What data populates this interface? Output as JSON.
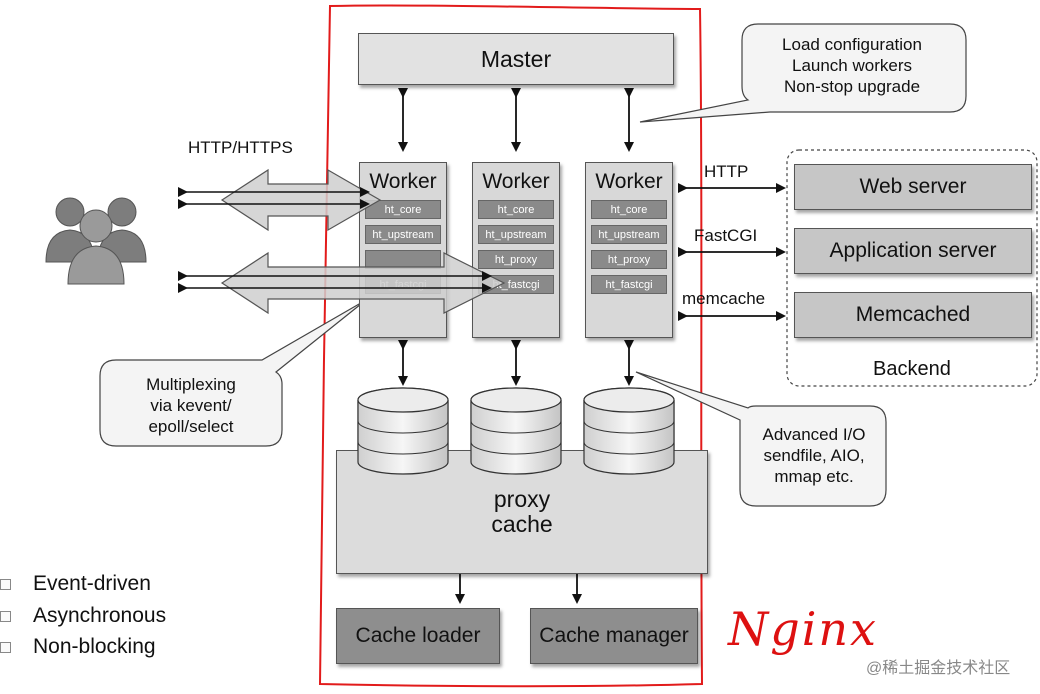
{
  "master": "Master",
  "workers": [
    {
      "title": "Worker",
      "modules": [
        "ht_core",
        "ht_upstream",
        "",
        "ht_fastcgi"
      ]
    },
    {
      "title": "Worker",
      "modules": [
        "ht_core",
        "ht_upstream",
        "ht_proxy",
        "ht_fastcgi"
      ]
    },
    {
      "title": "Worker",
      "modules": [
        "ht_core",
        "ht_upstream",
        "ht_proxy",
        "ht_fastcgi"
      ]
    }
  ],
  "callouts": {
    "top_right": [
      "Load configuration",
      "Launch workers",
      "Non-stop upgrade"
    ],
    "left": [
      "Multiplexing",
      "via kevent/",
      "epoll/select"
    ],
    "bottom_right": [
      "Advanced I/O",
      "sendfile, AIO,",
      "mmap etc."
    ]
  },
  "protocols": {
    "client": "HTTP/HTTPS",
    "http": "HTTP",
    "fastcgi": "FastCGI",
    "memcache": "memcache"
  },
  "backend": {
    "items": [
      "Web server",
      "Application server",
      "Memcached"
    ],
    "label": "Backend"
  },
  "proxy_cache": [
    "proxy",
    "cache"
  ],
  "cache_loader": "Cache loader",
  "cache_manager": "Cache manager",
  "legend": [
    "Event-driven",
    "Asynchronous",
    "Non-blocking"
  ],
  "annotation": "Nginx",
  "watermark": "@稀土掘金技术社区",
  "colors": {
    "annotation_red": "#e21b1b",
    "box_gray": "#d8d8d8",
    "module_gray": "#8a8a8a"
  }
}
